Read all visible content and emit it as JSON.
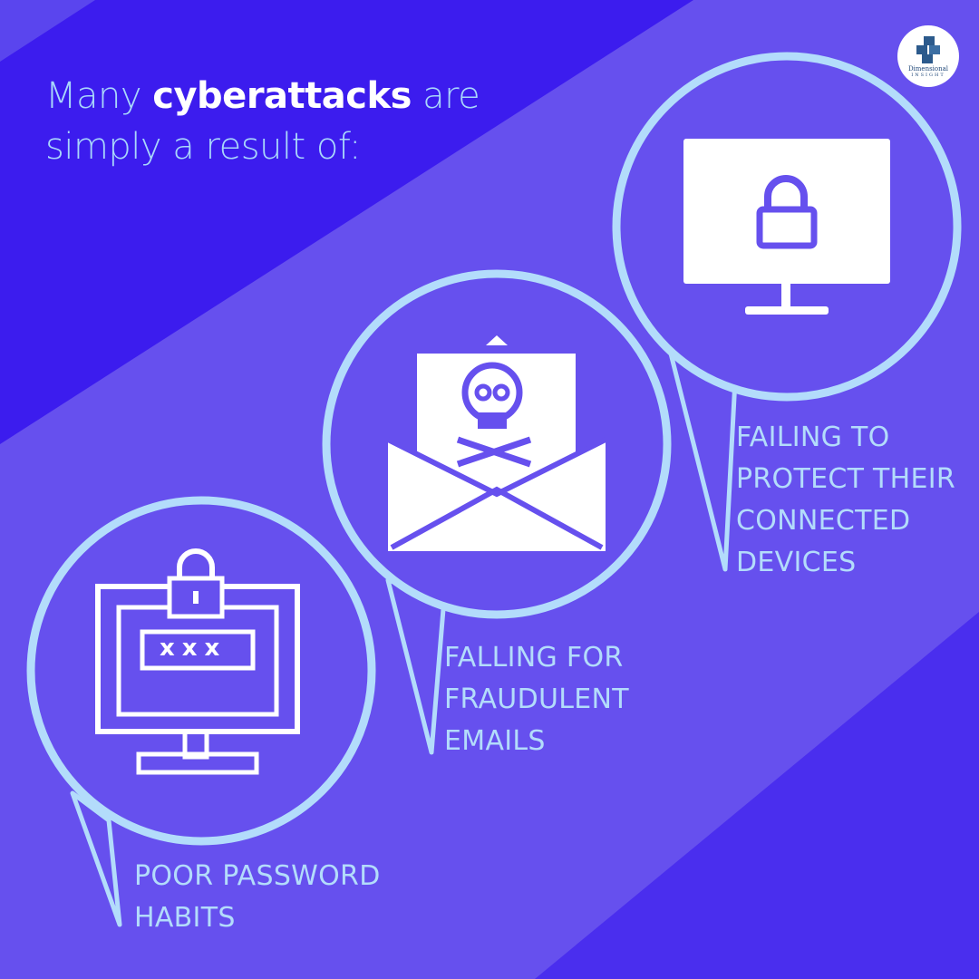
{
  "headline": {
    "prefix": "Many ",
    "emphasis": "cyberattacks",
    "suffix": " are",
    "line2": "simply a result of:"
  },
  "logo": {
    "name": "Dimensional",
    "sub": "INSIGHT"
  },
  "items": [
    {
      "lines": [
        "POOR PASSWORD",
        "HABITS"
      ],
      "icon": "computer-password-lock-icon",
      "mask": "xxx"
    },
    {
      "lines": [
        "FALLING FOR",
        "FRAUDULENT",
        "EMAILS"
      ],
      "icon": "envelope-skull-icon"
    },
    {
      "lines": [
        "FAILING TO",
        "PROTECT THEIR",
        "CONNECTED",
        "DEVICES"
      ],
      "icon": "monitor-lock-icon"
    }
  ],
  "colors": {
    "background": "#6650ee",
    "dark": "#3c1cee",
    "ring": "#b3dcfb",
    "text": "#a9d7fb"
  }
}
